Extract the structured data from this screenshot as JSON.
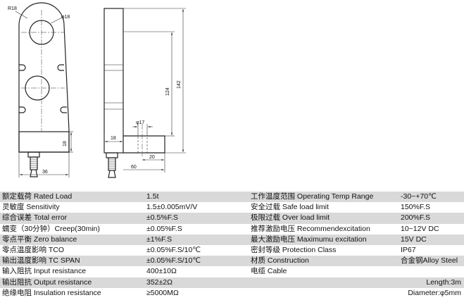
{
  "drawing": {
    "labels": {
      "radius": "R18",
      "hole_dia": "φ18",
      "height_total": "142",
      "height_inner": "124",
      "base_height": "18",
      "base_width": "36",
      "foot_width": "18",
      "foot_hole": "φ17",
      "foot_length": "60",
      "foot_offset": "20"
    }
  },
  "specs": [
    {
      "l1": "额定载荷 Rated Load",
      "v1": "1.5t",
      "l2": "工作温度范围 Operating Temp Range",
      "v2": "-30~+70℃"
    },
    {
      "l1": "灵敏度 Sensitivity",
      "v1": "1.5±0.005mV/V",
      "l2": "安全过载 Safe load limit",
      "v2": "150%F.S"
    },
    {
      "l1": "综合误差 Total error",
      "v1": "±0.5%F.S",
      "l2": "极限过载 Over load limit",
      "v2": "200%F.S"
    },
    {
      "l1": "蠕变（30分钟）Creep(30min)",
      "v1": "±0.05%F.S",
      "l2": "推荐激励电压 Recommendexcitation",
      "v2": "10~12V DC"
    },
    {
      "l1": "零点平衡 Zero balance",
      "v1": "±1%F.S",
      "l2": "最大激励电压 Maximumu excitation",
      "v2": "15V DC"
    },
    {
      "l1": "零点温度影响 TCO",
      "v1": "±0.05%F.S/10℃",
      "l2": "密封等级 Protection Class",
      "v2": "IP67"
    },
    {
      "l1": "输出温度影响 TC SPAN",
      "v1": "±0.05%F.S/10℃",
      "l2": "材质 Construction",
      "v2": "合金钢Alloy Steel"
    },
    {
      "l1": "输入阻抗 Input resistance",
      "v1": "400±10Ω",
      "l2": "电缆 Cable",
      "v2": ""
    },
    {
      "l1": "输出阻抗 Output resistance",
      "v1": "352±2Ω",
      "l2": "",
      "v2": "Length:3m"
    },
    {
      "l1": "绝缘电阻 Insulation resistance",
      "v1": "≥5000MΩ",
      "l2": "",
      "v2": "Diameter:φ5mm"
    }
  ]
}
